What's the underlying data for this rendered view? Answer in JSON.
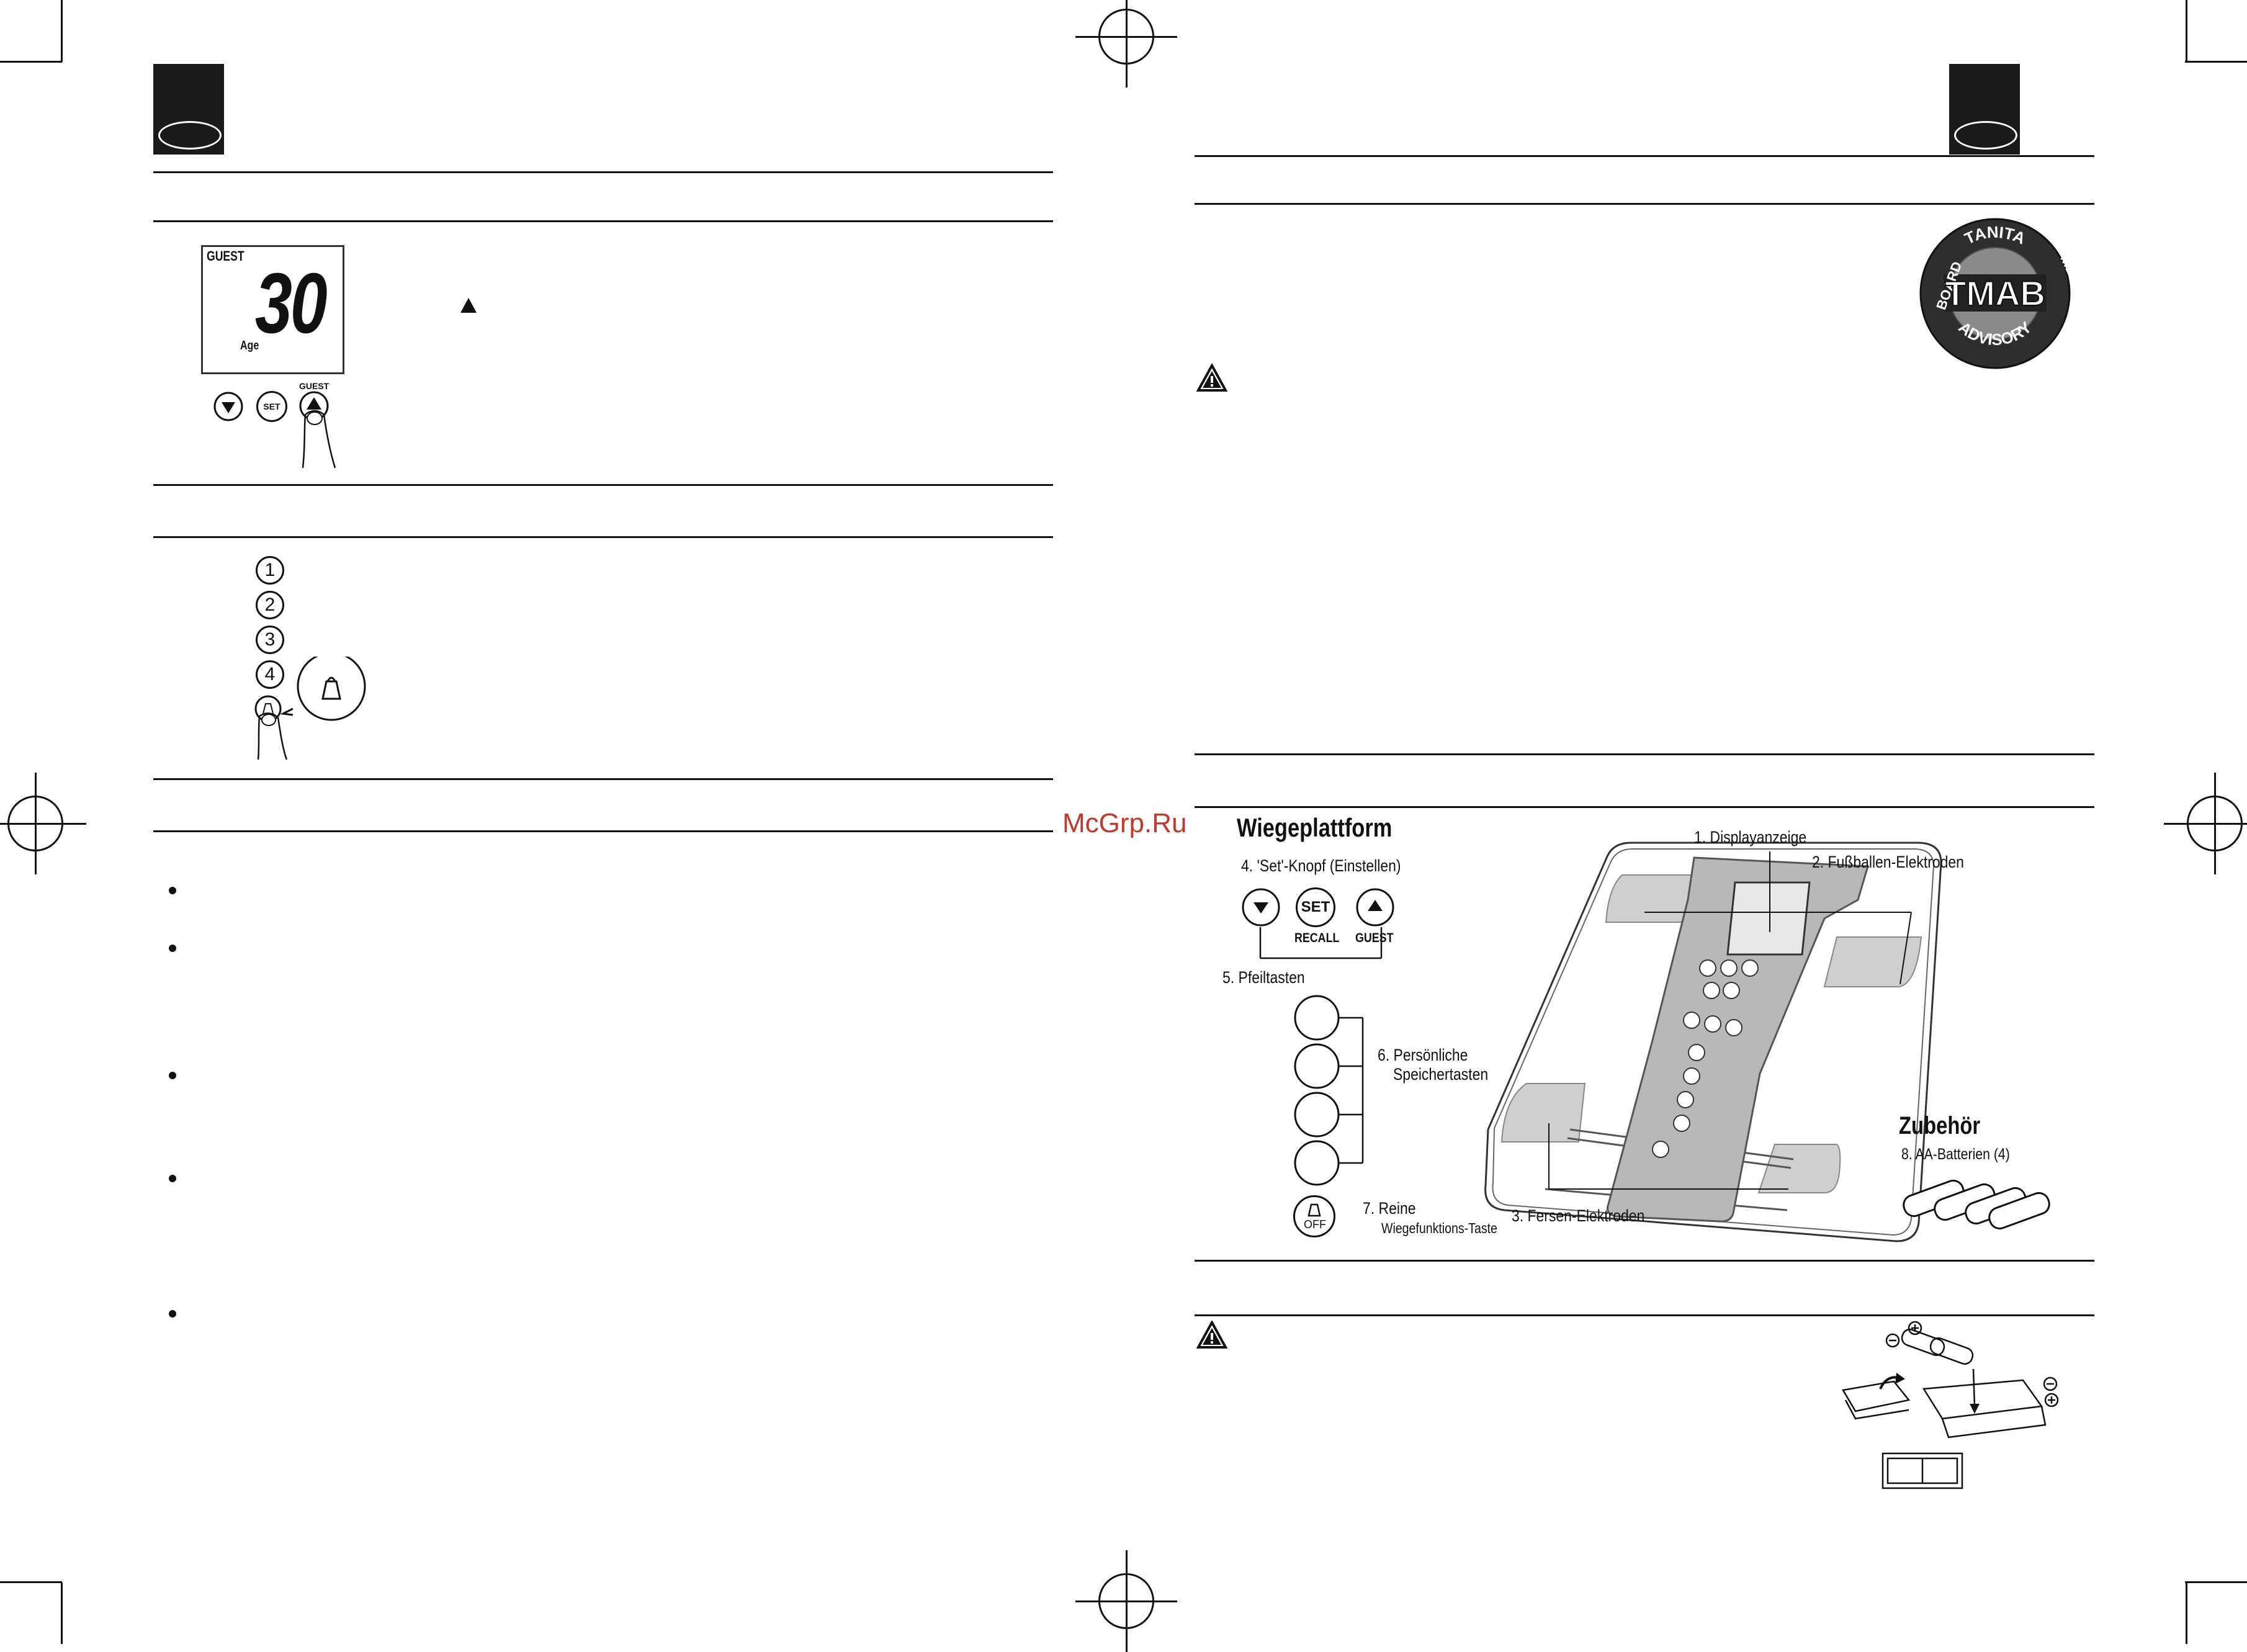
{
  "watermark": "McGrp.Ru",
  "left_page": {
    "display": {
      "mode": "GUEST",
      "value": "30",
      "unit": "Age"
    },
    "buttons": {
      "guest": "GUEST",
      "set": "SET"
    },
    "memory_numbers": [
      "1",
      "2",
      "3",
      "4"
    ]
  },
  "right_page": {
    "logo": {
      "top": "TANITA",
      "left": "BOARD",
      "right": "MEDICAL",
      "bottom": "ADVISORY",
      "center": "TMAB"
    },
    "diagram": {
      "title": "Wiegeplattform",
      "labels": {
        "set_knob": "4. 'Set'-Knopf (Einstellen)",
        "set": "SET",
        "recall": "RECALL",
        "guest": "GUEST",
        "arrows": "5. Pfeiltasten",
        "memory_1": "6. Persönliche",
        "memory_2": "Speichertasten",
        "weigh_1": "7. Reine",
        "weigh_2": "Wiegefunktions-Taste",
        "off": "OFF",
        "display": "1. Displayanzeige",
        "ball": "2. Fußballen-Elektroden",
        "heel": "3. Fersen-Elektroden",
        "accessories": "Zubehör",
        "batteries": "8.  AA-Batterien (4)"
      }
    }
  }
}
